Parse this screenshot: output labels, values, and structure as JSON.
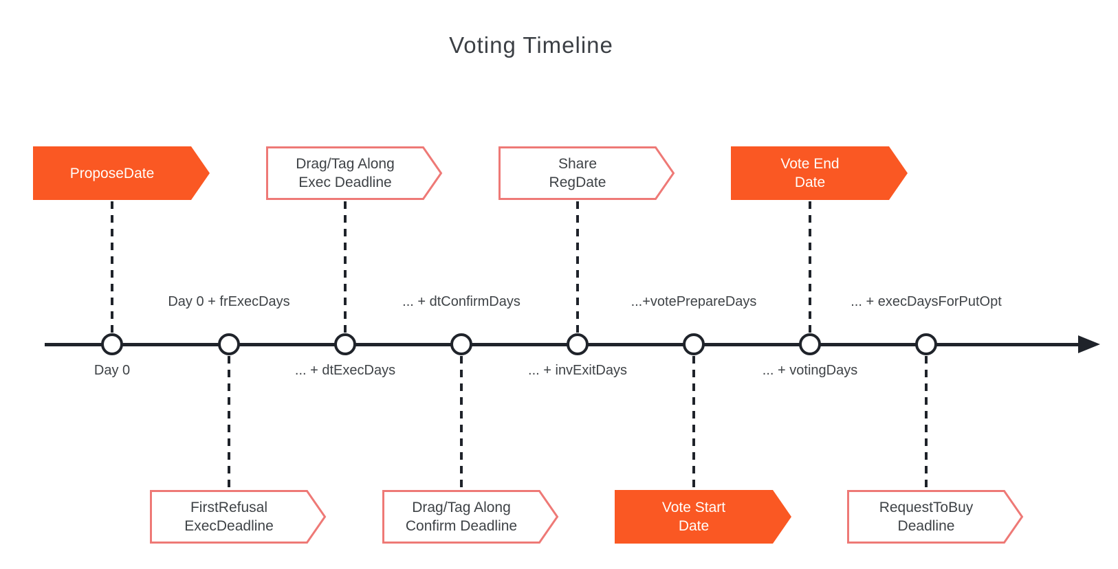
{
  "title": "Voting Timeline",
  "colors": {
    "orange": "#fa5823",
    "coral": "#ee7976",
    "ink": "#1f232a",
    "text": "#3e4246"
  },
  "nodes": [
    {
      "axis_label": "Day 0",
      "banner_label": "ProposeDate",
      "banner_style": "filled",
      "banner_side": "top"
    },
    {
      "axis_label": "Day 0 + frExecDays",
      "banner_label": "FirstRefusal\nExecDeadline",
      "banner_style": "outline",
      "banner_side": "bottom"
    },
    {
      "axis_label": "... + dtExecDays",
      "banner_label": "Drag/Tag Along\nExec Deadline",
      "banner_style": "outline",
      "banner_side": "top"
    },
    {
      "axis_label": "... + dtConfirmDays",
      "banner_label": "Drag/Tag Along\nConfirm Deadline",
      "banner_style": "outline",
      "banner_side": "bottom"
    },
    {
      "axis_label": "... + invExitDays",
      "banner_label": "Share\nRegDate",
      "banner_style": "outline",
      "banner_side": "top"
    },
    {
      "axis_label": "...+votePrepareDays",
      "banner_label": "Vote Start\nDate",
      "banner_style": "filled",
      "banner_side": "bottom"
    },
    {
      "axis_label": "... + votingDays",
      "banner_label": "Vote End\nDate",
      "banner_style": "filled",
      "banner_side": "top"
    },
    {
      "axis_label": "... + execDaysForPutOpt",
      "banner_label": "RequestToBuy\nDeadline",
      "banner_style": "outline",
      "banner_side": "bottom"
    }
  ]
}
